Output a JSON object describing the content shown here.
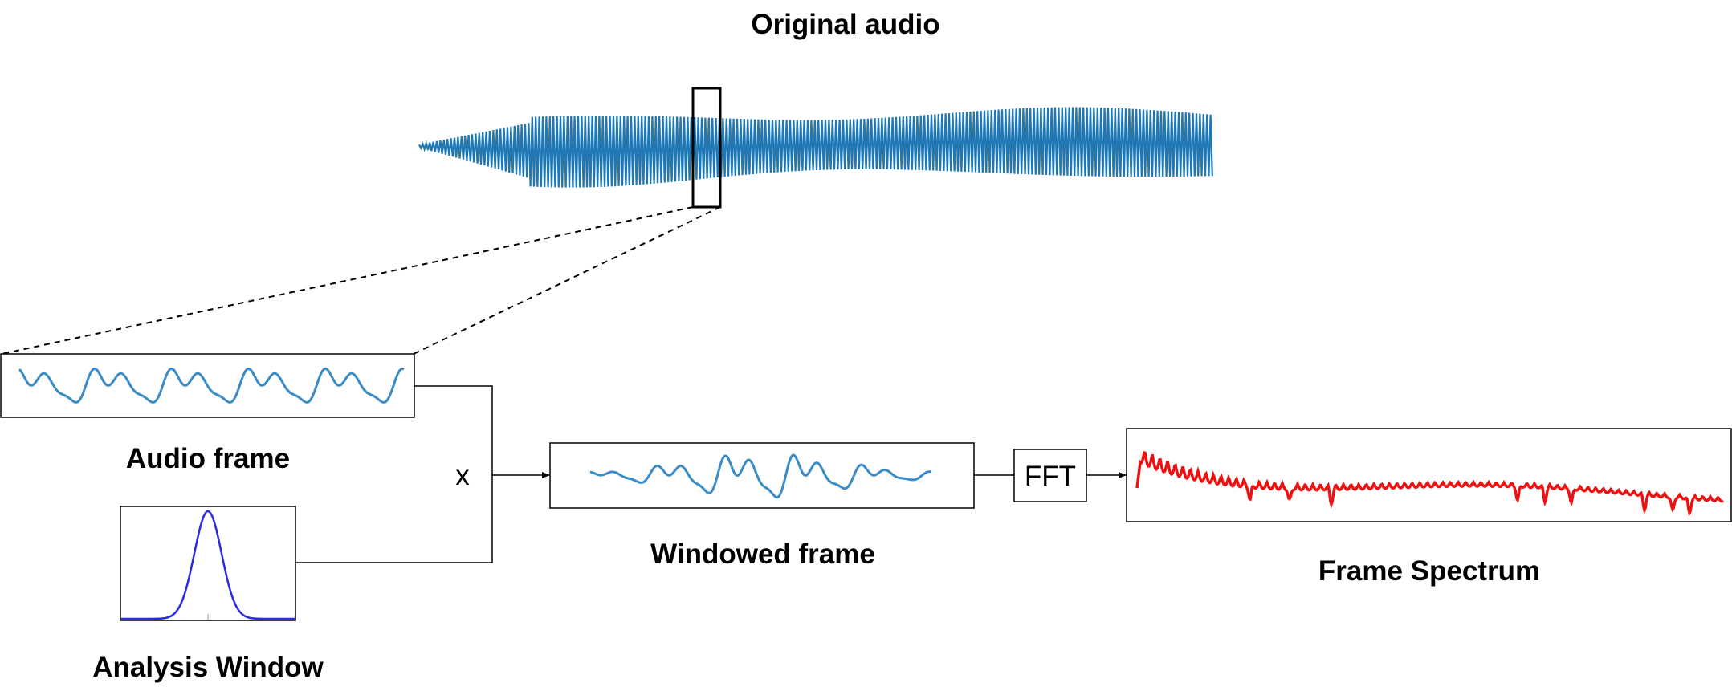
{
  "labels": {
    "original_audio": "Original audio",
    "audio_frame": "Audio frame",
    "analysis_window": "Analysis Window",
    "windowed_frame": "Windowed frame",
    "frame_spectrum": "Frame Spectrum",
    "fft": "FFT",
    "multiply": "x"
  },
  "colors": {
    "waveform": "#1f77b4",
    "frame_curve": "#3a8cc6",
    "window_curve": "#2a2ae0",
    "spectrum": "#ee1111",
    "line": "#000000"
  },
  "icons": {
    "arrow": "arrow-head"
  }
}
